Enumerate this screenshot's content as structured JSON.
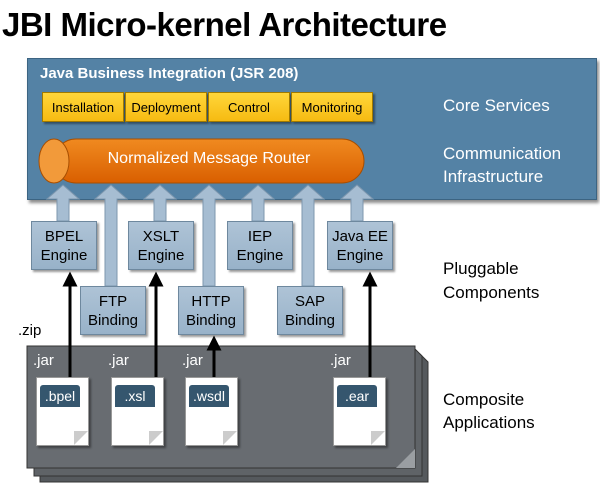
{
  "title": "JBI Micro-kernel Architecture",
  "jbi": {
    "title": "Java Business Integration (JSR 208)",
    "core_services": [
      "Installation",
      "Deployment",
      "Control",
      "Monitoring"
    ],
    "router_label": "Normalized Message Router"
  },
  "layer_labels": {
    "core_services": "Core Services",
    "communication_line1": "Communication",
    "communication_line2": "Infrastructure",
    "pluggable_line1": "Pluggable",
    "pluggable_line2": "Components",
    "composite_line1": "Composite",
    "composite_line2": "Applications"
  },
  "components": {
    "engines": [
      {
        "line1": "BPEL",
        "line2": "Engine"
      },
      {
        "line1": "XSLT",
        "line2": "Engine"
      },
      {
        "line1": "IEP",
        "line2": "Engine"
      },
      {
        "line1": "Java EE",
        "line2": "Engine"
      }
    ],
    "bindings": [
      {
        "line1": "FTP",
        "line2": "Binding"
      },
      {
        "line1": "HTTP",
        "line2": "Binding"
      },
      {
        "line1": "SAP",
        "line2": "Binding"
      }
    ]
  },
  "composite": {
    "zip_label": ".zip",
    "jar_label": ".jar",
    "artifacts": [
      ".bpel",
      ".xsl",
      ".wsdl",
      ".ear"
    ]
  },
  "colors": {
    "panel": "#5482a5",
    "service_yellow": "#f9c21a",
    "router_orange": "#e4700a",
    "component_blue": "#a6bdd2",
    "composite_gray": "#666b70"
  }
}
